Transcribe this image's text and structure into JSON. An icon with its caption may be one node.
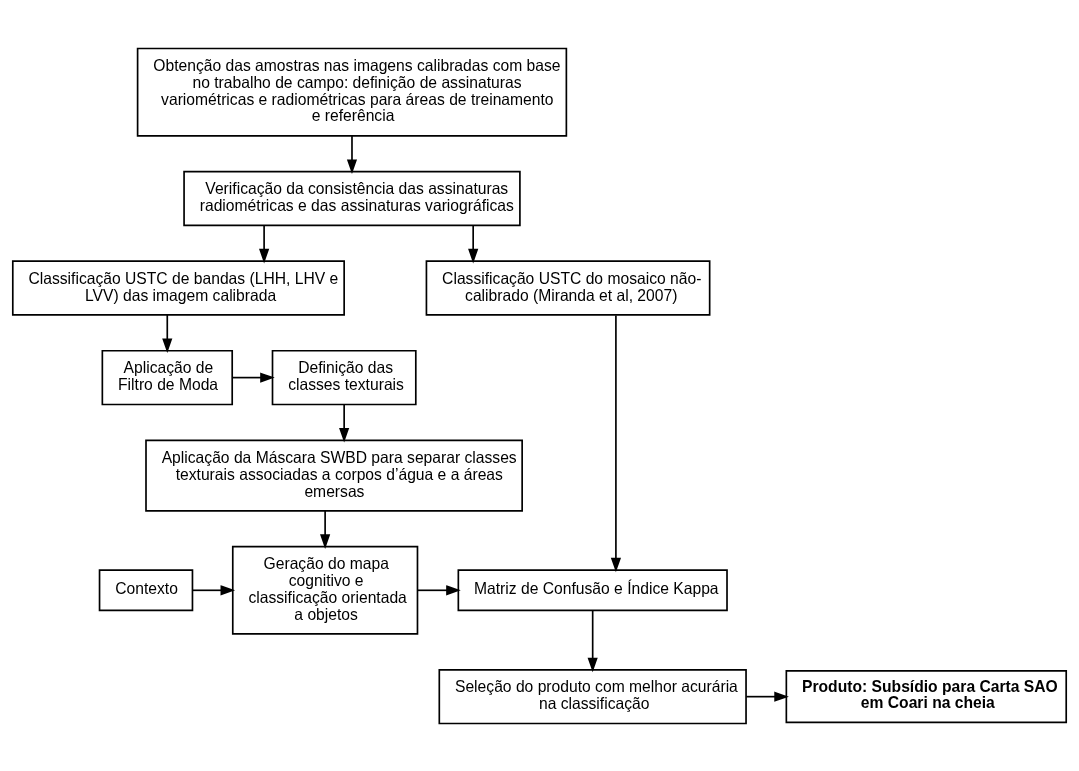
{
  "diagram": {
    "nodes": [
      {
        "text": [
          "Obtenção das amostras nas imagens calibradas com base no trabalho de campo: definição de assinaturas variométricas e radiométricas para áreas de treinamento e referência"
        ]
      },
      {
        "text": [
          "Verificação da consistência das assinaturas radiométricas e das assinaturas variográficas"
        ]
      },
      {
        "text": [
          "Classificação USTC de bandas (LHH, LHV e LVV) das imagem calibrada"
        ]
      },
      {
        "text": [
          "Classificação USTC do mosaico não-calibrado (Miranda et al, 2007)"
        ]
      },
      {
        "text": [
          "Aplicação de Filtro de Moda"
        ]
      },
      {
        "text": [
          "Definição das classes texturais"
        ]
      },
      {
        "text": [
          "Aplicação da Máscara SWBD para separar classes texturais associadas a corpos d’água e a áreas emersas"
        ]
      },
      {
        "text": [
          "Contexto"
        ]
      },
      {
        "text": [
          "Geração do mapa cognitivo e classificação orientada a objetos"
        ]
      },
      {
        "text": [
          "Matriz de Confusão e Índice Kappa"
        ]
      },
      {
        "text": [
          "Produto: Subsídio para Carta SAO em Coari na cheia"
        ]
      },
      {
        "text": [
          "Seleção do produto com melhor acurária na classificação"
        ]
      }
    ],
    "edges": [
      {
        "from": 0,
        "to": 1,
        "arrow": "to"
      },
      {
        "from": 1,
        "to": 2,
        "arrow": "to"
      },
      {
        "from": 1,
        "to": 3,
        "arrow": "to"
      },
      {
        "from": 2,
        "to": 4,
        "arrow": "to"
      },
      {
        "from": 4,
        "to": 5,
        "arrow": "to"
      },
      {
        "from": 5,
        "to": 6,
        "arrow": "to"
      },
      {
        "from": 6,
        "to": 8,
        "arrow": "to"
      },
      {
        "from": 7,
        "to": 8,
        "arrow": "to"
      },
      {
        "from": 8,
        "to": 9,
        "arrow": "to"
      },
      {
        "from": 3,
        "to": 9,
        "arrow": "to"
      },
      {
        "from": 9,
        "to": 11,
        "arrow": "to"
      },
      {
        "from": 11,
        "to": 10,
        "arrow": "to"
      }
    ]
  }
}
